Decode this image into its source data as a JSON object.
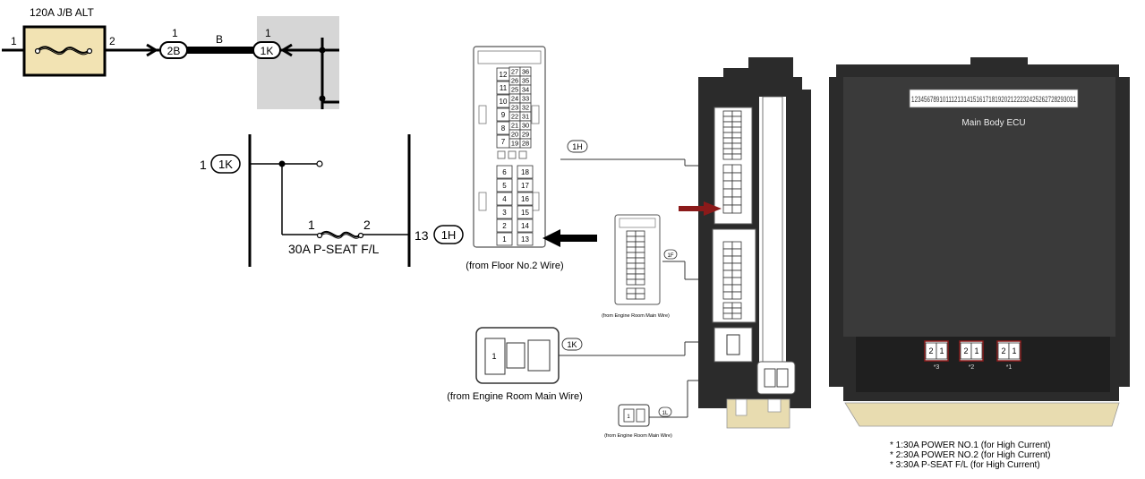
{
  "schematic_top": {
    "fuse_label": "120A J/B ALT",
    "fuse_pin_left": "1",
    "fuse_pin_right": "2",
    "conn_left": {
      "pin": "1",
      "code": "2B"
    },
    "wire_color": "B",
    "conn_right": {
      "pin": "1",
      "code": "1K"
    }
  },
  "schematic_mid": {
    "in_pin": "1",
    "in_code": "1K",
    "fuse_pin_left": "1",
    "fuse_pin_right": "2",
    "fuse_label": "30A P-SEAT F/L",
    "out_pin": "13",
    "out_code": "1H"
  },
  "floor_connector": {
    "left_top_pins": [
      "12",
      "11",
      "10",
      "9",
      "8",
      "7"
    ],
    "right_top_pins": [
      [
        "27",
        "36"
      ],
      [
        "26",
        "35"
      ],
      [
        "25",
        "34"
      ],
      [
        "24",
        "33"
      ],
      [
        "23",
        "32"
      ],
      [
        "22",
        "31"
      ],
      [
        "21",
        "30"
      ],
      [
        "20",
        "29"
      ],
      [
        "19",
        "28"
      ]
    ],
    "left_bottom_pins": [
      "6",
      "5",
      "4",
      "3",
      "2",
      "1"
    ],
    "right_bottom_pins": [
      "18",
      "17",
      "16",
      "15",
      "14",
      "13"
    ],
    "caption": "(from Floor No.2 Wire)"
  },
  "callouts": {
    "c1h": "1H",
    "c1f": "1F",
    "c1k": "1K",
    "c1l": "1L"
  },
  "small_connectors": {
    "engine_room_small_1": "(from Engine Room Main Wire)",
    "engine_room_large": "(from Engine Room Main Wire)",
    "engine_room_large_pin": "1",
    "engine_room_small_2": "(from Engine Room Main Wire)",
    "engine_room_small_2_pin": "1"
  },
  "ecu": {
    "pin_strip": "12345678910111213141516171819202122232425262728293031",
    "label": "Main Body ECU",
    "terminal_groups": [
      {
        "pins": [
          "2",
          "1"
        ],
        "mark": "*3"
      },
      {
        "pins": [
          "2",
          "1"
        ],
        "mark": "*2"
      },
      {
        "pins": [
          "2",
          "1"
        ],
        "mark": "*1"
      }
    ]
  },
  "notes": [
    "* 1:30A POWER NO.1 (for High Current)",
    "* 2:30A POWER NO.2 (for High Current)",
    "* 3:30A P-SEAT F/L (for High Current)"
  ],
  "colors": {
    "fuse_fill": "#f2e3b3",
    "highlight_box": "#d6d6d6",
    "arrow_red": "#8b1a1a",
    "ecu_body": "#2b2b2b",
    "tan_tab": "#e8dcb0"
  }
}
